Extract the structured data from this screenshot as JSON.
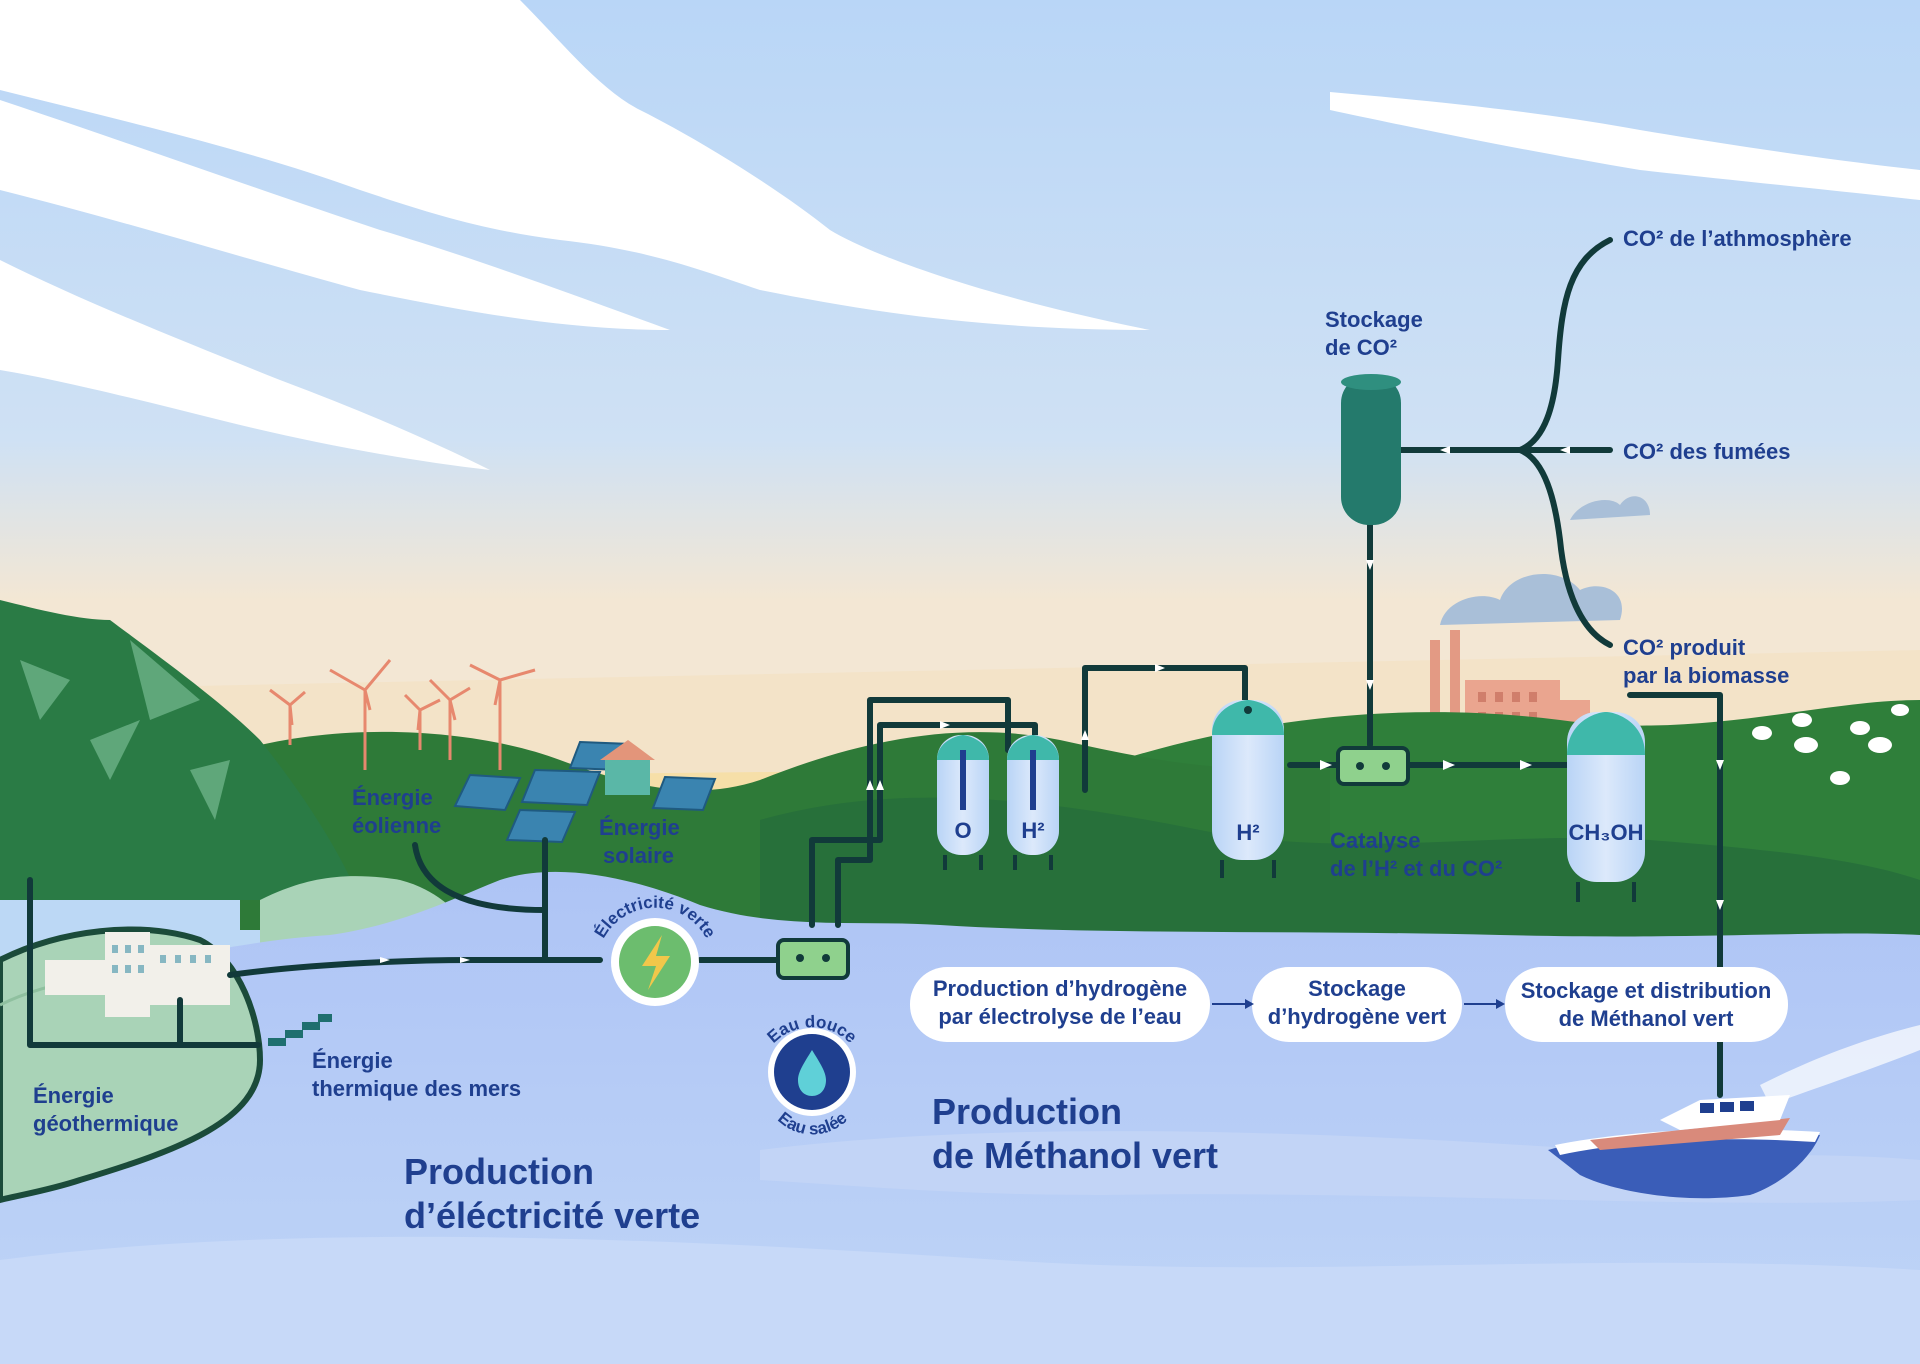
{
  "labels": {
    "energie_eolienne": [
      "Énergie",
      "éolienne"
    ],
    "energie_solaire": [
      "Énergie",
      "solaire"
    ],
    "energie_geothermique": [
      "Énergie",
      "géothermique"
    ],
    "energie_thermique_mers": [
      "Énergie",
      "thermique des mers"
    ],
    "electricite_verte": "Électricité verte",
    "eau_douce": "Eau douce",
    "eau_salee": "Eau salée",
    "tank_o": "O",
    "tank_h2_small": "H²",
    "tank_h2_large": "H²",
    "tank_ch3oh": "CH₃OH",
    "stockage_co2": [
      "Stockage",
      "de CO²"
    ],
    "co2_atmosphere": "CO² de l’athmosphère",
    "co2_fumees": "CO² des fumées",
    "co2_biomasse": [
      "CO² produit",
      "par la biomasse"
    ],
    "catalyse": [
      "Catalyse",
      "de l’H² et du CO²"
    ]
  },
  "pills": {
    "production_hydrogene": [
      "Production d’hydrogène",
      "par électrolyse de l’eau"
    ],
    "stockage_hydrogene": [
      "Stockage",
      "d’hydrogène vert"
    ],
    "stockage_distribution": [
      "Stockage et distribution",
      "de Méthanol vert"
    ]
  },
  "titles": {
    "production_electricite": [
      "Production",
      "d’éléctricité verte"
    ],
    "production_methanol": [
      "Production",
      "de Méthanol vert"
    ]
  },
  "colors": {
    "sky": "#bcd8f5",
    "water": "#b7ccf7",
    "grass": "#2e7a3a",
    "pipe": "#113a3a",
    "text": "#1f3f8f",
    "tank": "#3fb8aa",
    "tank_body": "#c7ddf8"
  },
  "icons": {
    "lightning": "lightning-icon",
    "water_drop": "water-drop-icon",
    "boat": "boat-icon",
    "factory": "factory-icon"
  }
}
